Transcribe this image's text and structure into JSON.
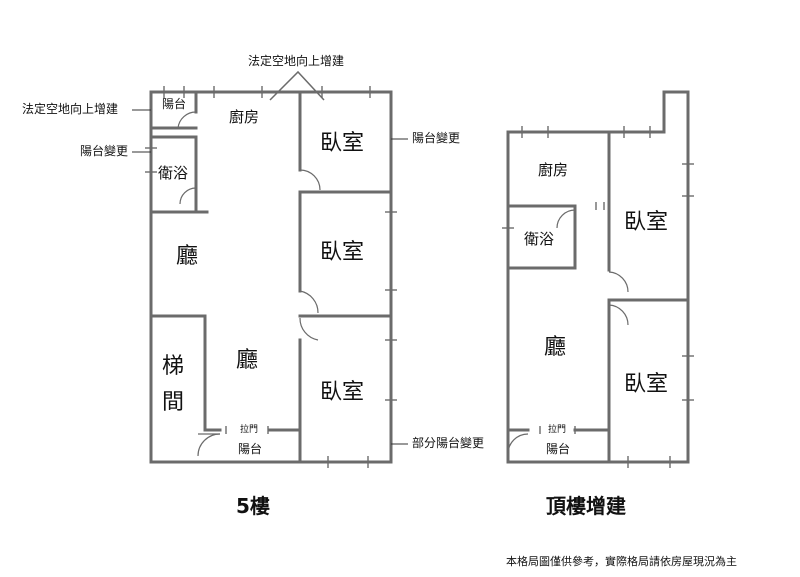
{
  "annotations": {
    "top_extension": "法定空地向上增建",
    "left_extension": "法定空地向上增建",
    "left_balcony_change": "陽台變更",
    "right_balcony_change": "陽台變更",
    "partial_balcony_change": "部分陽台變更"
  },
  "floor5": {
    "balcony_top": "陽台",
    "kitchen": "廚房",
    "bath": "衛浴",
    "living_upper": "廳",
    "stair_char1": "梯",
    "stair_char2": "間",
    "living_lower": "廳",
    "sliding_door": "拉門",
    "balcony_bottom": "陽台",
    "bedroom_1": "臥室",
    "bedroom_2": "臥室",
    "bedroom_3": "臥室",
    "caption": "5樓"
  },
  "rooftop": {
    "kitchen": "廚房",
    "bath": "衛浴",
    "living": "廳",
    "sliding_door": "拉門",
    "balcony": "陽台",
    "bedroom_1": "臥室",
    "bedroom_2": "臥室",
    "caption": "頂樓增建"
  },
  "footer": {
    "disclaimer": "本格局圖僅供參考，實際格局請依房屋現況為主"
  }
}
